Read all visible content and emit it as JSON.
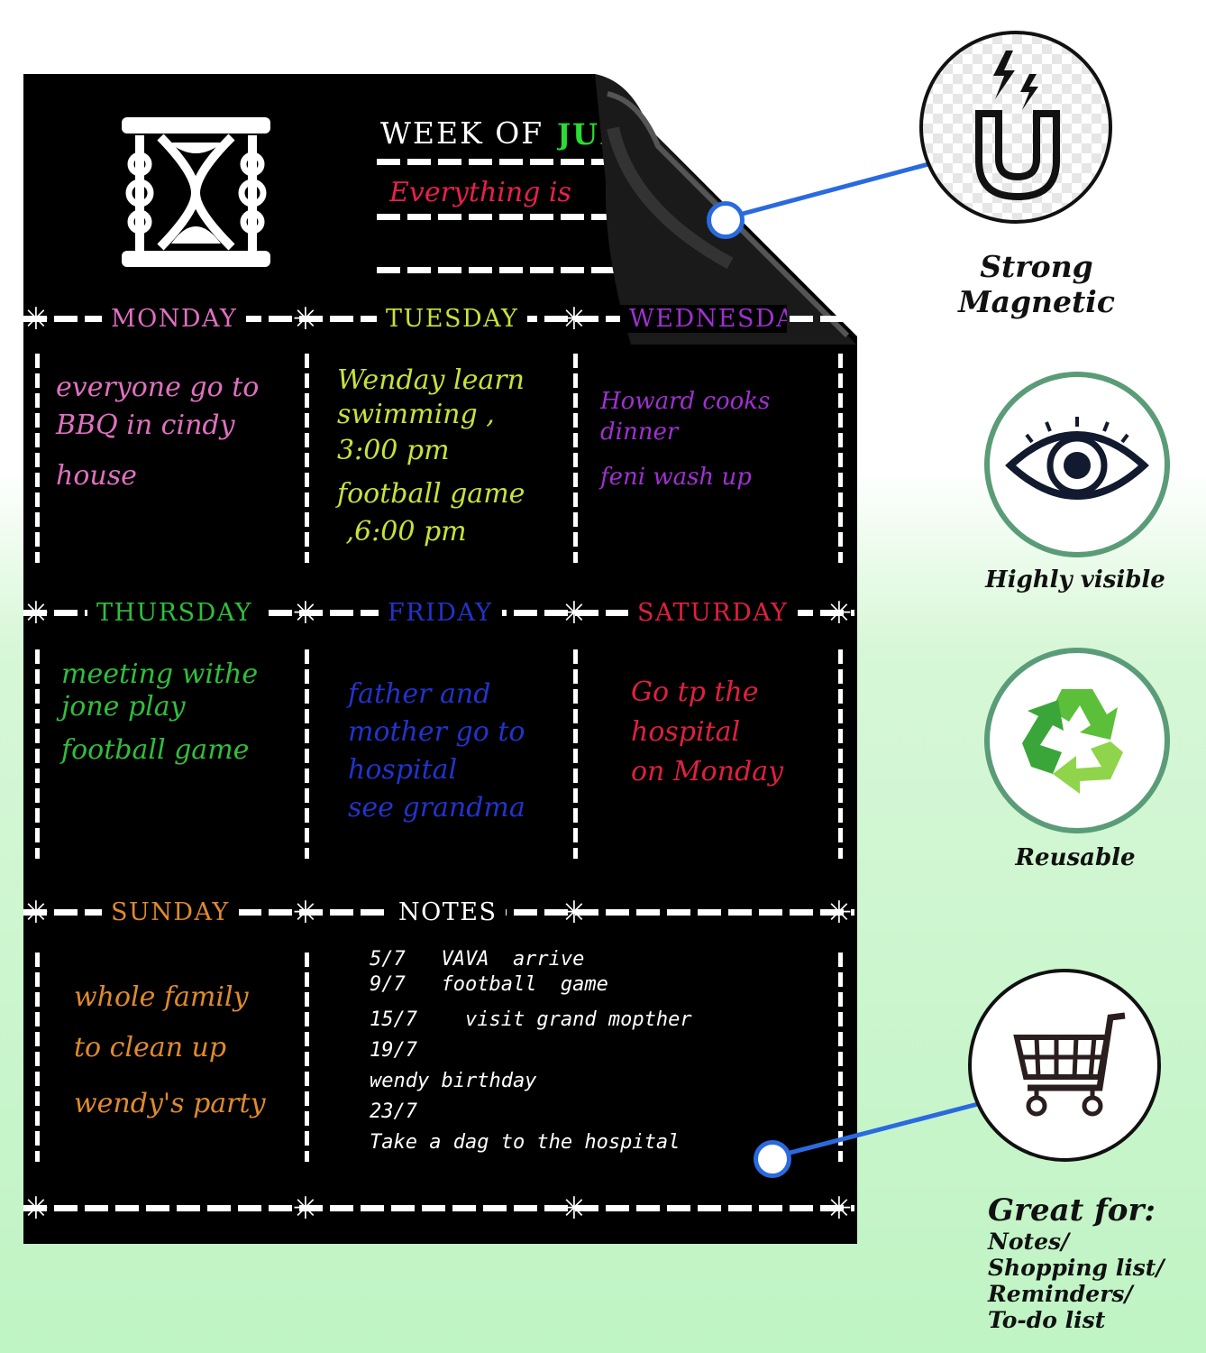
{
  "header": {
    "week_label": "WEEK OF",
    "week_value": "JUL",
    "motto": "Everything is"
  },
  "days": [
    {
      "name": "MONDAY",
      "color": "#e070c0",
      "lines": [
        "everyone go to",
        "BBQ  in cindy",
        "house"
      ]
    },
    {
      "name": "TUESDAY",
      "color": "#c8e23a",
      "lines": [
        "Wenday learn",
        "swimming ,",
        "3:00 pm",
        "football game",
        " ,6:00 pm"
      ]
    },
    {
      "name": "WEDNESDAY",
      "color": "#a030d0",
      "lines": [
        "Howard cooks",
        "dinner",
        "feni wash up"
      ]
    },
    {
      "name": "THURSDAY",
      "color": "#2fbf3e",
      "lines": [
        "meeting withe",
        "jone play",
        "football game"
      ]
    },
    {
      "name": "FRIDAY",
      "color": "#2233cc",
      "lines": [
        "father and",
        "mother go to",
        "hospital",
        "see grandma"
      ]
    },
    {
      "name": "SATURDAY",
      "color": "#e02040",
      "lines": [
        "Go tp the",
        "hospital",
        "on Monday"
      ]
    },
    {
      "name": "SUNDAY",
      "color": "#e08a2c",
      "lines": [
        "whole family",
        "to clean up",
        "wendy's party"
      ]
    }
  ],
  "notes": {
    "title": "NOTES",
    "lines": [
      "5/7   VAVA  arrive",
      "9/7   football  game",
      "15/7    visit grand mopther",
      "19/7",
      "wendy birthday",
      "23/7",
      "Take a dag to the hospital"
    ]
  },
  "features": [
    {
      "label": "Strong Magnetic",
      "icon": "magnet-icon"
    },
    {
      "label": "Highly visible",
      "icon": "eye-icon"
    },
    {
      "label": "Reusable",
      "icon": "recycle-icon"
    }
  ],
  "great_for": {
    "title": "Great for:",
    "items": [
      "Notes/",
      "Shopping list/",
      "Reminders/",
      "To-do list"
    ],
    "icon": "shopping-cart-icon"
  },
  "colors": {
    "board": "#000000",
    "callout_blue": "#2a6ae0",
    "icon_ring_green": "#5b9c78"
  }
}
